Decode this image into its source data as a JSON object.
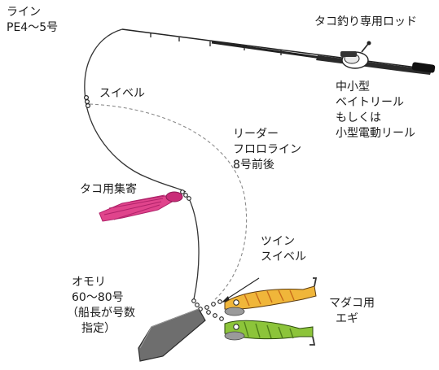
{
  "labels": {
    "line": [
      "ライン",
      "PE4～5号"
    ],
    "rod": "タコ釣り専用ロッド",
    "reel": [
      "中小型",
      "ベイトリール",
      "もしくは",
      "小型電動リール"
    ],
    "swivel": "スイベル",
    "leader": [
      "リーダー",
      "フロロライン",
      "8号前後"
    ],
    "attractor": "タコ用集寄",
    "twin_swivel": [
      "ツイン",
      "スイベル"
    ],
    "sinker": [
      "オモリ",
      "60～80号",
      "（船長が号数",
      "指定）"
    ],
    "egi": [
      "マダコ用",
      "エギ"
    ]
  },
  "colors": {
    "line": "#333333",
    "leader": "#8a8a8a",
    "skirt": "#e0448c",
    "skirt_dark": "#b0226a",
    "sinker": "#6e6e6e",
    "egi_orange": "#f0b63a",
    "egi_green": "#8cc43a"
  }
}
